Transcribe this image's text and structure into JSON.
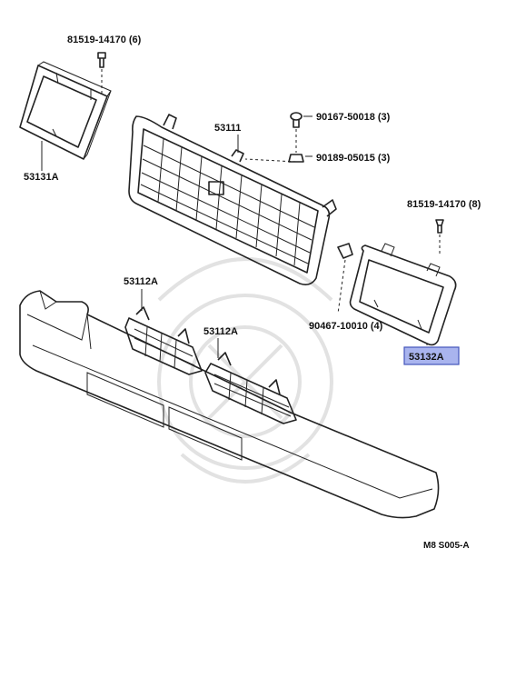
{
  "labels": {
    "bolt_top_left": "81519-14170 (6)",
    "bezel_left": "53131A",
    "grille": "53111",
    "screw": "90167-50018 (3)",
    "nut": "90189-05015 (3)",
    "bolt_right": "81519-14170 (8)",
    "grille_lower_left": "53112A",
    "grille_lower_right": "53112A",
    "clip": "90467-10010 (4)",
    "bezel_right": "53132A"
  },
  "diagram_code": "M8 S005-A",
  "colors": {
    "highlight_fill": "#a9b4ee",
    "highlight_border": "#4455bb",
    "ink": "#222222",
    "watermark": "#e2e2e2"
  }
}
